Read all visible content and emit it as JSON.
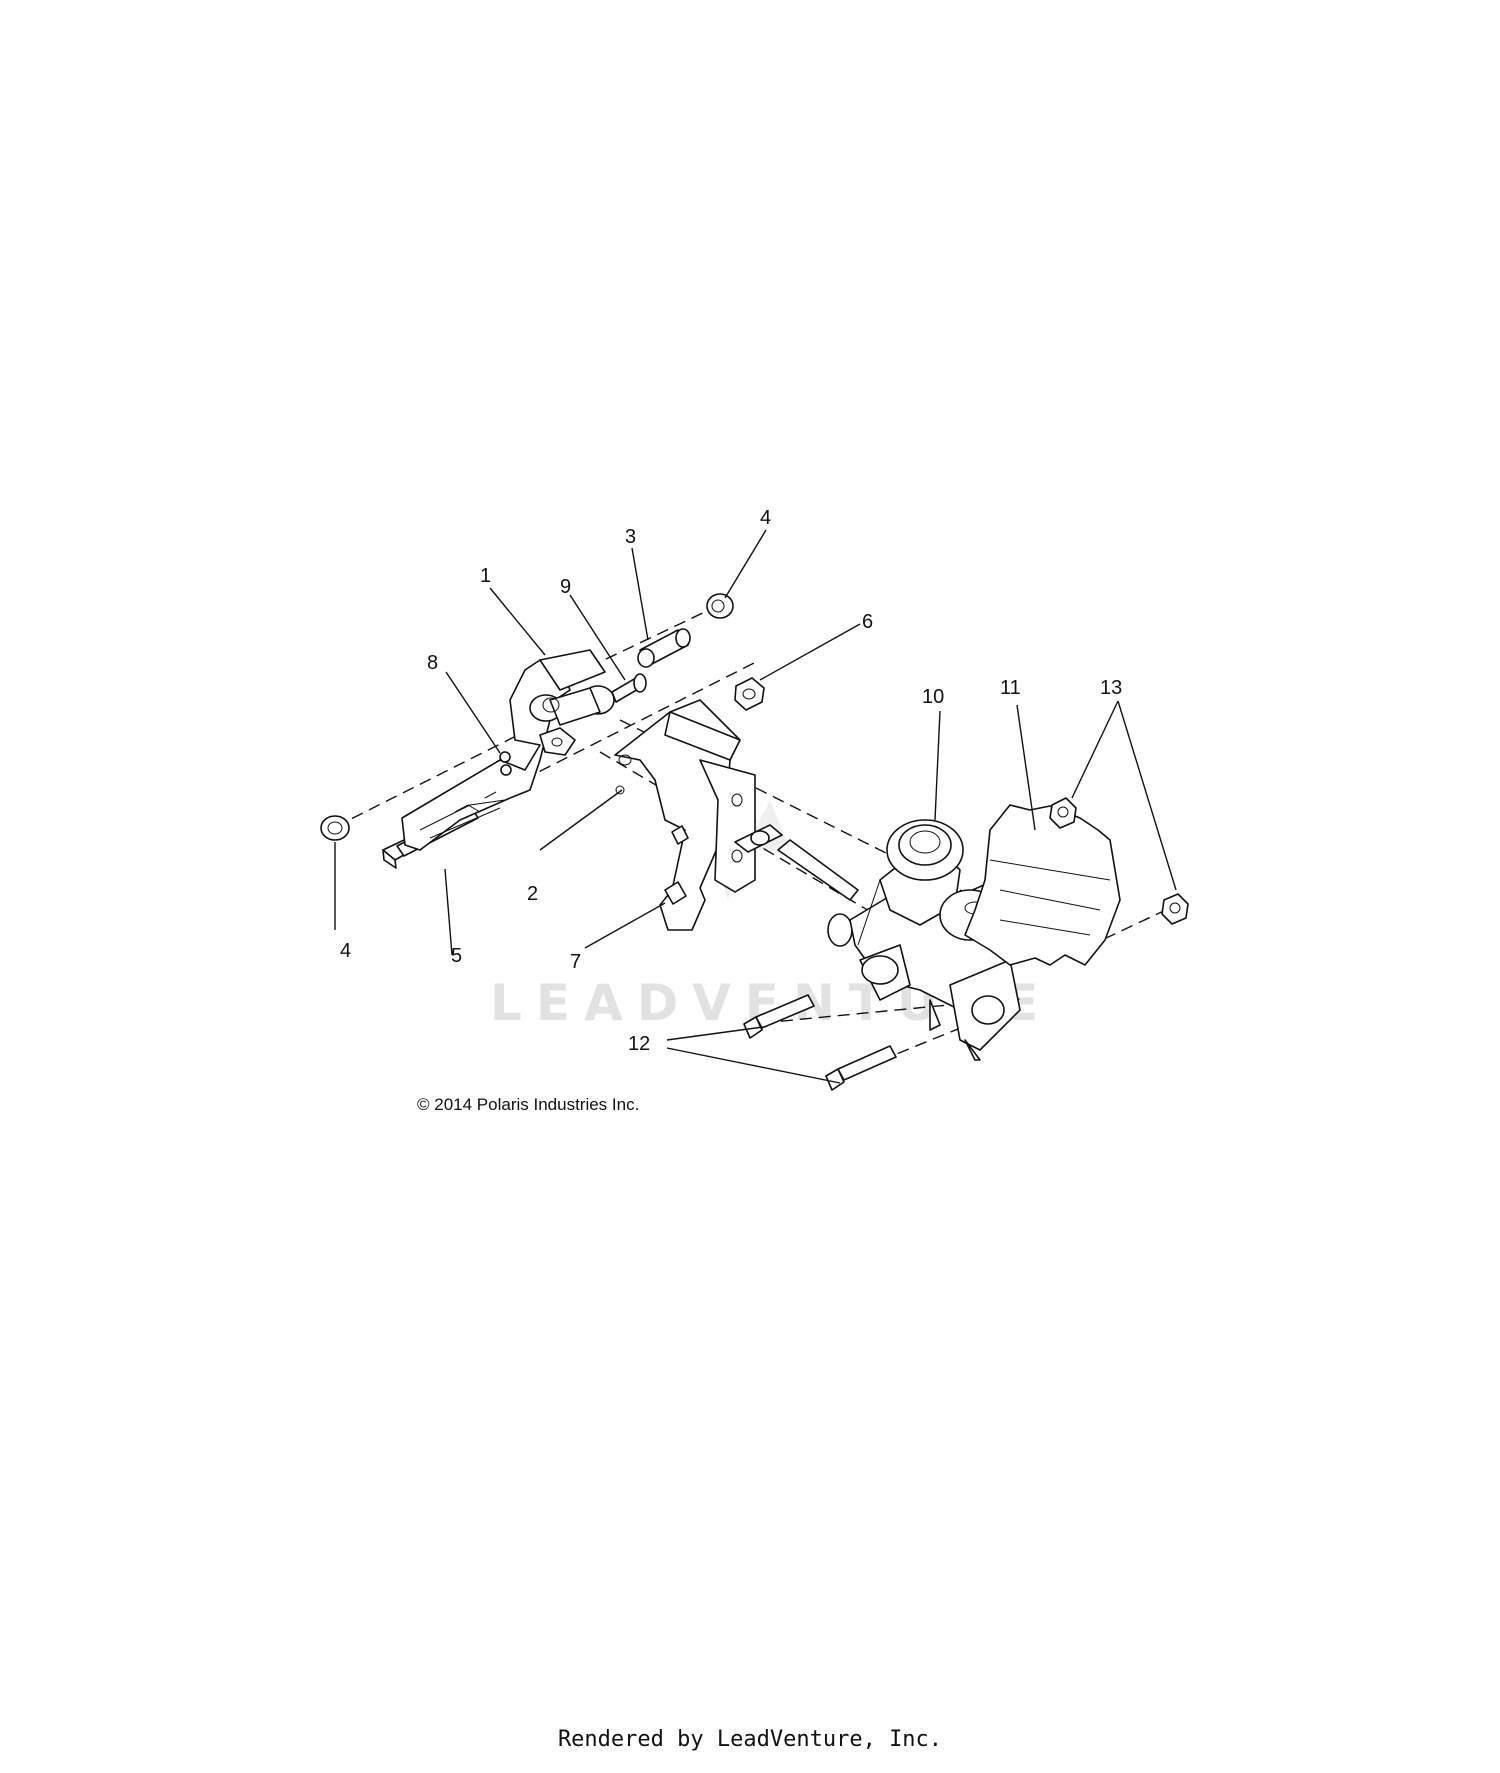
{
  "diagram": {
    "callouts": {
      "c1": "1",
      "c2": "2",
      "c3": "3",
      "c4a": "4",
      "c4b": "4",
      "c5": "5",
      "c6": "6",
      "c7": "7",
      "c8": "8",
      "c9": "9",
      "c10": "10",
      "c11": "11",
      "c12": "12",
      "c13": "13"
    },
    "copyright": "© 2014 Polaris Industries Inc.",
    "watermark": "LEADVENTURE"
  },
  "footer": {
    "text": "Rendered by LeadVenture, Inc."
  }
}
